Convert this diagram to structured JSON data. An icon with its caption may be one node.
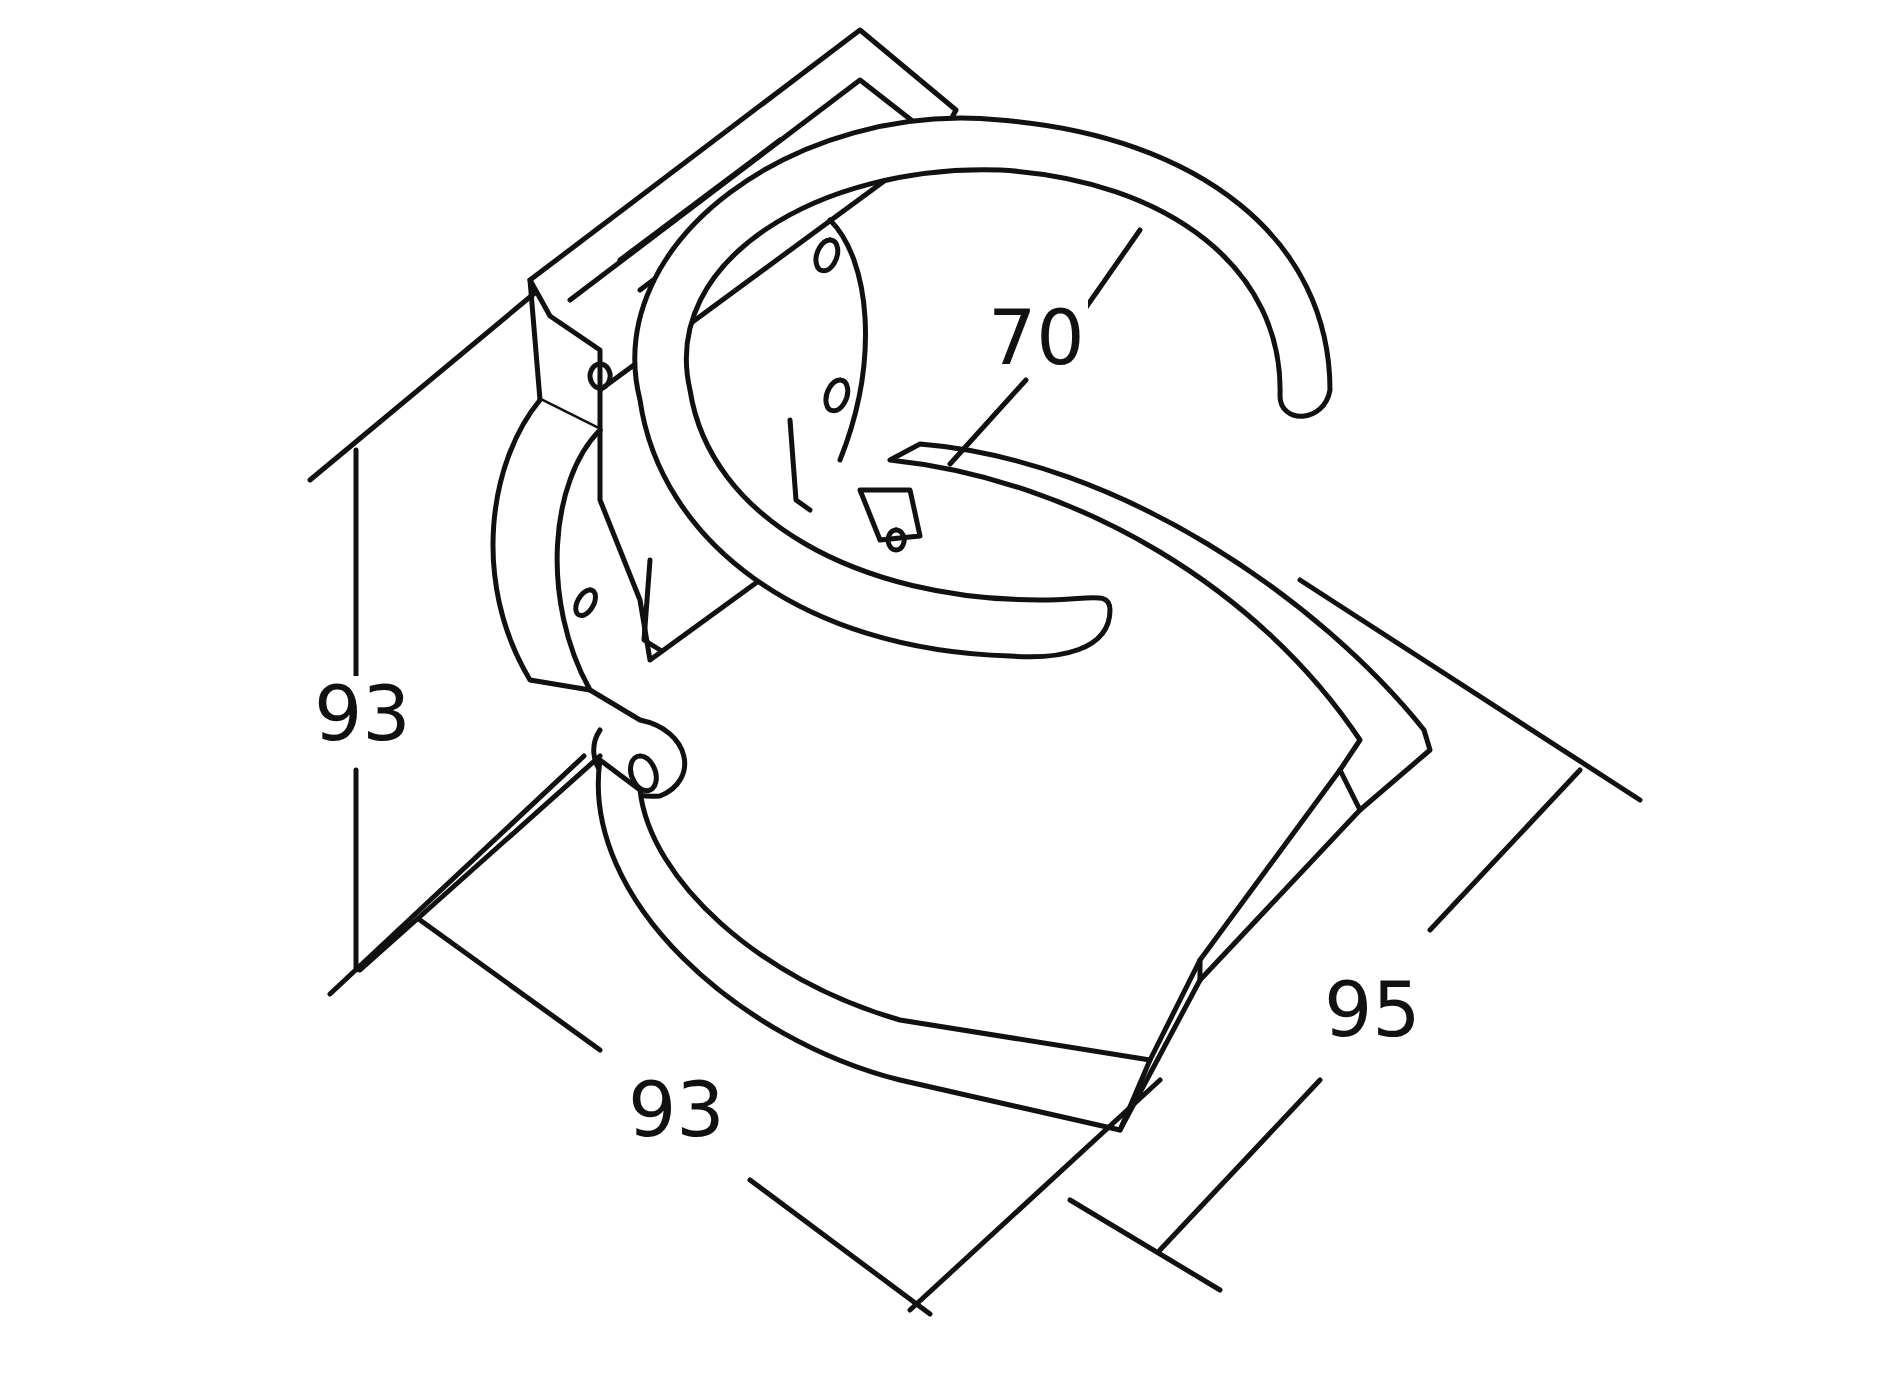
{
  "diagram": {
    "labels": [
      "70",
      "93",
      "95",
      "93"
    ]
  }
}
